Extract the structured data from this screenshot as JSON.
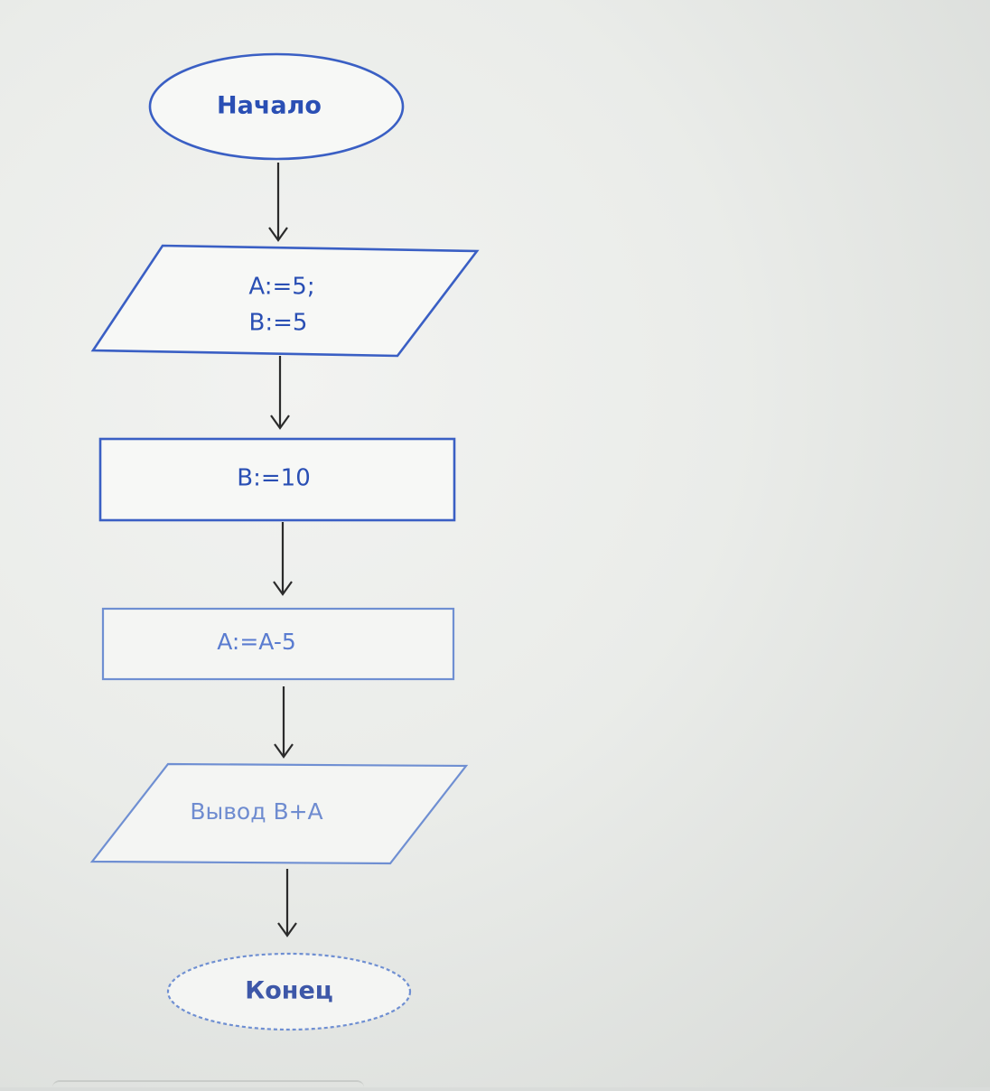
{
  "flowchart": {
    "start": "Начало",
    "input_line1": "A:=5;",
    "input_line2": "B:=5",
    "process1": "B:=10",
    "process2": "A:=A-5",
    "output": "Вывод B+A",
    "end": "Конец"
  },
  "colors": {
    "stroke": "#3a5fc4",
    "text": "#2a4fb4",
    "arrow": "#2b2b2b",
    "background": "#eaece9"
  }
}
